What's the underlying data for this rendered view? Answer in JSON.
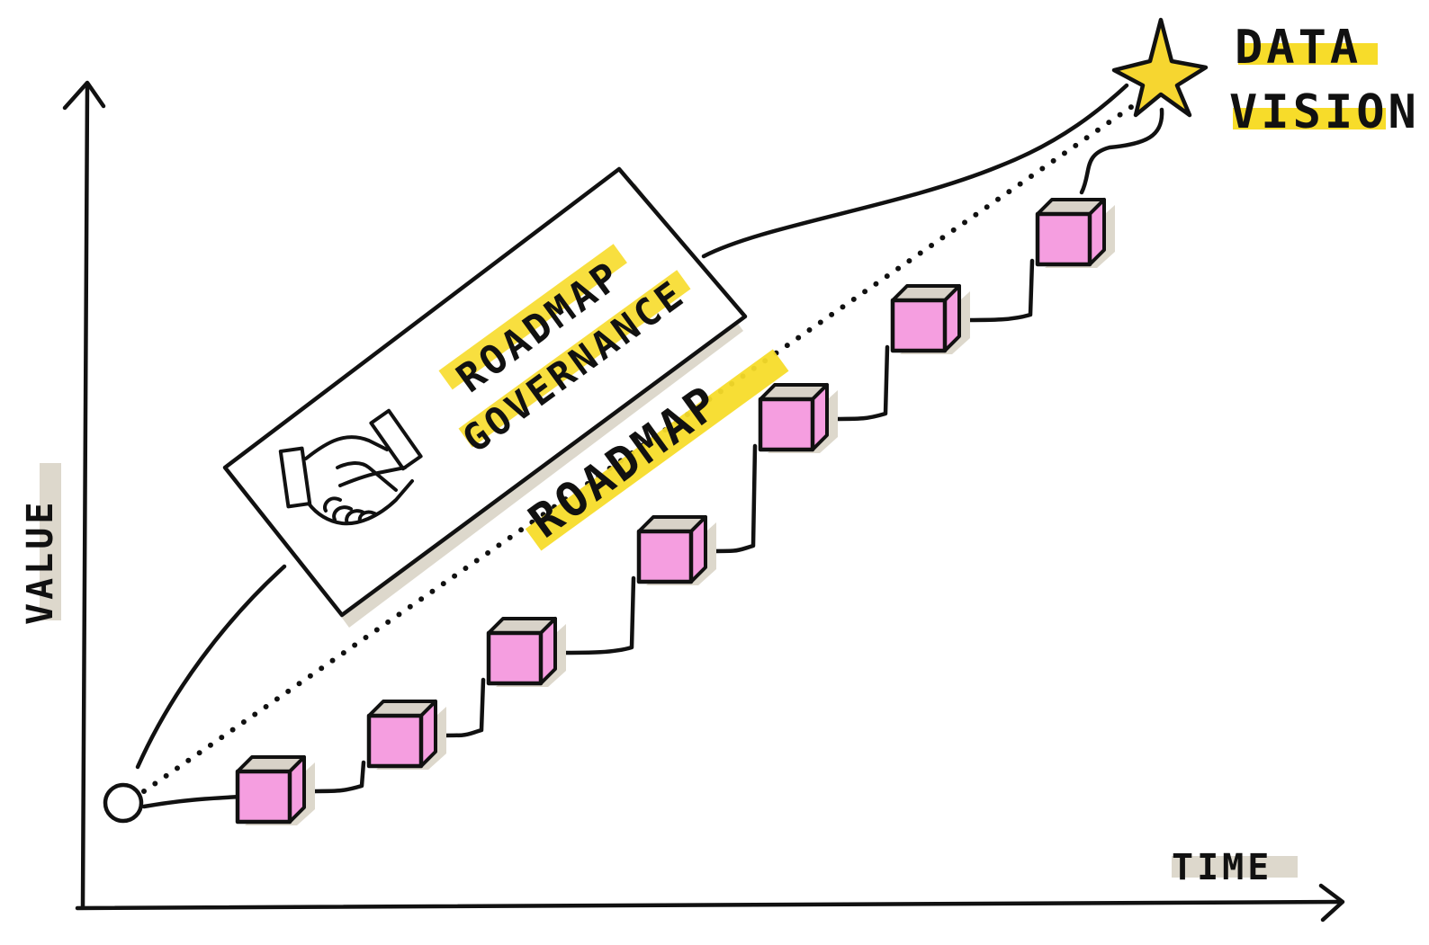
{
  "axes": {
    "y_label": "VALUE",
    "x_label": "TIME"
  },
  "goal": {
    "line1": "DATA",
    "line2": "VISION",
    "icon": "star-icon"
  },
  "governance_box": {
    "line1": "ROADMAP",
    "line2": "GOVERNANCE",
    "icon": "handshake-icon"
  },
  "roadmap_label": "ROADMAP",
  "start_point_icon": "circle-icon",
  "step_count": 7,
  "colors": {
    "ink": "#111111",
    "highlight": "#f7dc2a",
    "block_face": "#f59ee0",
    "block_top": "#d8d2c8",
    "shadow": "#ddd8cc",
    "star": "#f6d630"
  }
}
